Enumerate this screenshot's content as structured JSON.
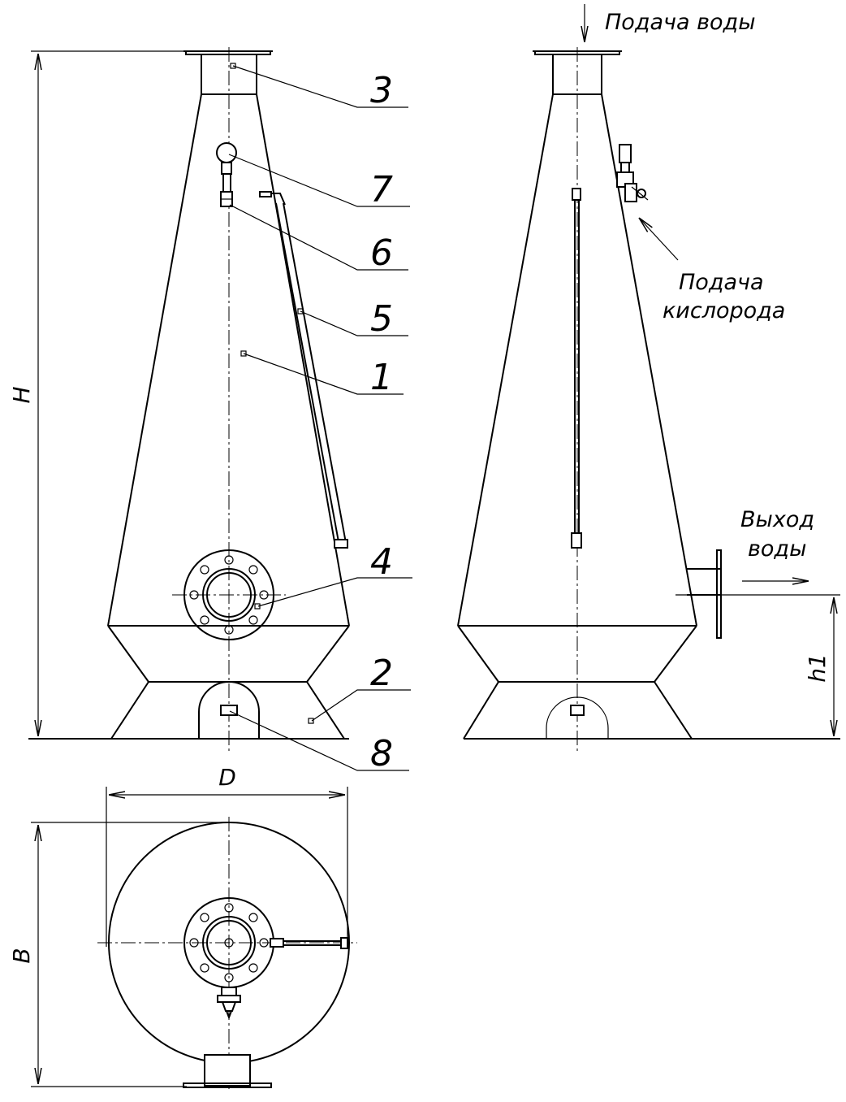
{
  "callouts": {
    "c1": "1",
    "c2": "2",
    "c3": "3",
    "c4": "4",
    "c5": "5",
    "c6": "6",
    "c7": "7",
    "c8": "8"
  },
  "annotations": {
    "water_inlet": "Подача воды",
    "oxygen_line1": "Подача",
    "oxygen_line2": "кислорода",
    "water_out_line1": "Выход",
    "water_out_line2": "воды"
  },
  "dimensions": {
    "height": "H",
    "diameter": "D",
    "width": "B",
    "outlet_height": "h1"
  }
}
